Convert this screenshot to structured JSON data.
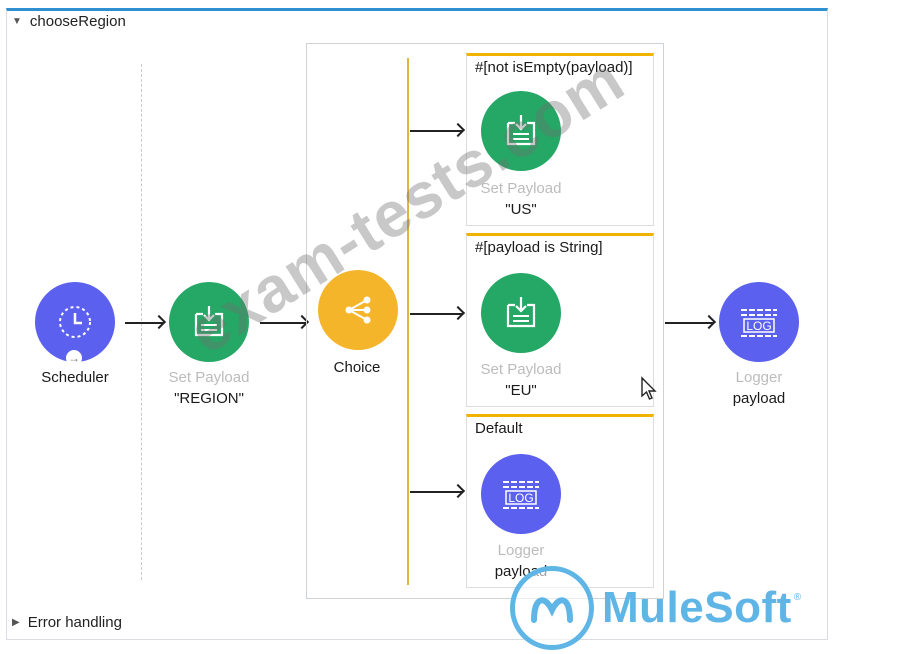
{
  "flow": {
    "name": "chooseRegion",
    "error_handling_label": "Error handling"
  },
  "nodes": {
    "scheduler": {
      "title": "Scheduler"
    },
    "set_payload_region": {
      "title": "Set Payload",
      "value": "\"REGION\""
    },
    "choice": {
      "title": "Choice"
    },
    "logger_main": {
      "title": "Logger",
      "value": "payload"
    }
  },
  "routes": [
    {
      "condition": "#[not isEmpty(payload)]",
      "processor_title": "Set Payload",
      "processor_value": "\"US\""
    },
    {
      "condition": "#[payload is String]",
      "processor_title": "Set Payload",
      "processor_value": "\"EU\""
    },
    {
      "condition": "Default",
      "processor_title": "Logger",
      "processor_value": "payload"
    }
  ],
  "overlay": {
    "watermark": "exam-tests.com",
    "brand": "MuleSoft"
  },
  "colors": {
    "scheduler": "#5b60ee",
    "set_payload": "#25a865",
    "choice": "#f4b52a",
    "logger": "#5b60ee",
    "route_accent": "#f0b400",
    "brand": "#5fb6e6"
  }
}
